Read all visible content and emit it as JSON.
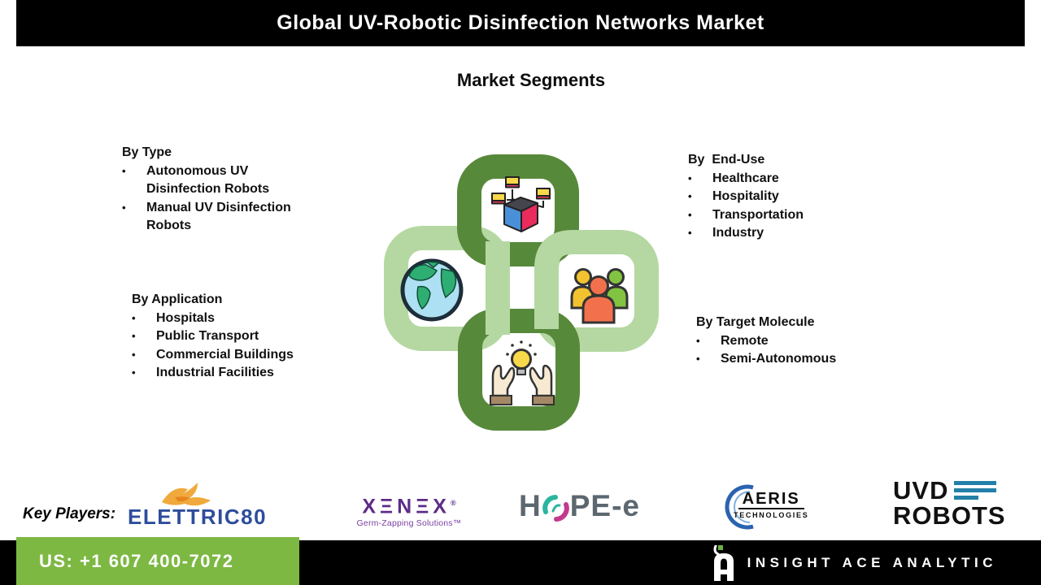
{
  "header": {
    "title": "Global UV-Robotic Disinfection Networks Market"
  },
  "page": {
    "subtitle": "Market Segments"
  },
  "segments": {
    "bullet": "•",
    "by_type": {
      "heading": "By Type",
      "items": [
        "Autonomous UV Disinfection Robots",
        "Manual UV Disinfection Robots"
      ]
    },
    "by_application": {
      "heading": "By Application",
      "items": [
        "Hospitals",
        "Public Transport",
        "Commercial Buildings",
        "Industrial Facilities"
      ]
    },
    "by_end_use": {
      "heading": "By  End-Use",
      "items": [
        "Healthcare",
        "Hospitality",
        "Transportation",
        "Industry"
      ]
    },
    "by_target_molecule": {
      "heading": "By Target Molecule",
      "items": [
        "Remote",
        "Semi-Autonomous"
      ]
    }
  },
  "center_graphic": {
    "icons": [
      "product-network-icon",
      "globe-icon",
      "people-group-icon",
      "idea-hands-icon"
    ],
    "colors": {
      "dark_link": "#57893b",
      "light_link": "#b5d8a2"
    }
  },
  "key_players": {
    "label": "Key Players:",
    "elettric80": {
      "name": "ELETTRIC80"
    },
    "xenex": {
      "display": "XΞNΞX",
      "reg": "®",
      "tagline": "Germ-Zapping Solutions™"
    },
    "hope_e": {
      "prefix": "H",
      "suffix": "PE-e"
    },
    "aeris": {
      "name": "AERIS",
      "sub": "TECHNOLOGIES"
    },
    "uvd": {
      "line1": "UVD",
      "line2": "ROBOTS"
    }
  },
  "footer": {
    "phone": "US: +1 607 400-7072",
    "brand": "INSIGHT ACE ANALYTIC"
  },
  "colors": {
    "header_bg": "#000000",
    "footer_green": "#7db843",
    "xenex_purple": "#5d2c87",
    "elettric_blue": "#2e4d9c",
    "hope_gray": "#5c6770",
    "uvd_teal": "#2380a8"
  }
}
